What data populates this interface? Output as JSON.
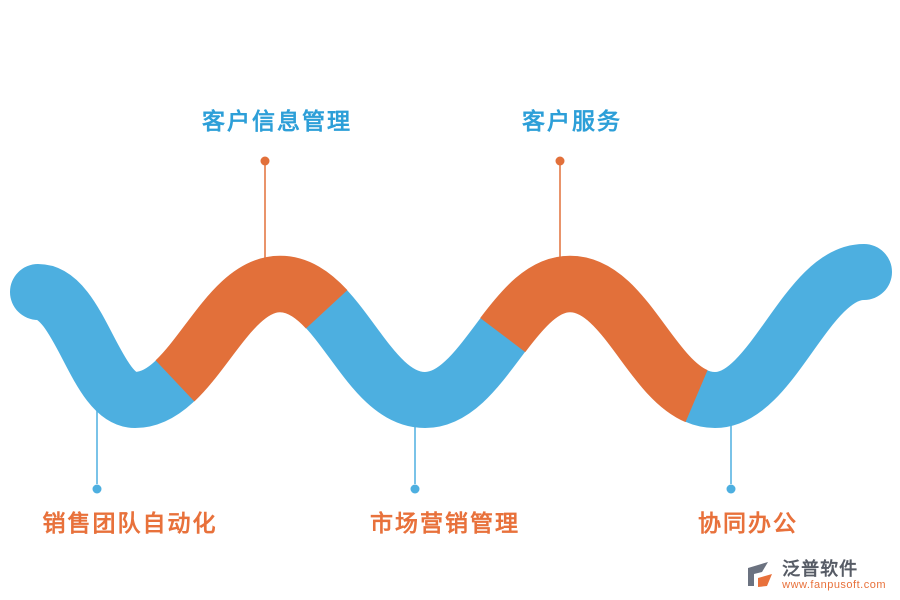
{
  "colors": {
    "wave_blue": "#4DAFE0",
    "wave_orange": "#E2703A",
    "top_label_blue": "#2D9FD8",
    "bottom_label_orange": "#E8713B",
    "logo_gray": "#6B7280",
    "logo_orange": "#E8713B"
  },
  "callouts": {
    "top": [
      {
        "label": "客户信息管理"
      },
      {
        "label": "客户服务"
      }
    ],
    "bottom": [
      {
        "label": "销售团队自动化"
      },
      {
        "label": "市场营销管理"
      },
      {
        "label": "协同办公"
      }
    ]
  },
  "watermark": {
    "brand": "泛普软件",
    "site": "www.fanpusoft.com"
  }
}
